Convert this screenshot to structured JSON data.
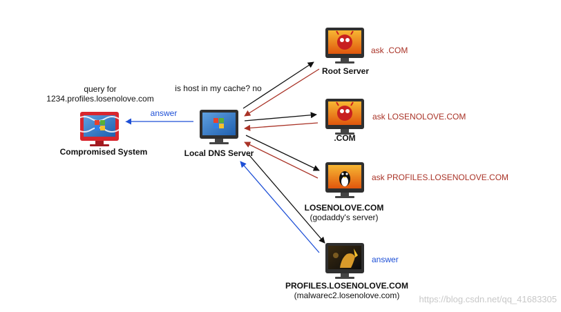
{
  "nodes": {
    "compromised": {
      "label": "Compromised System",
      "icon": "windows-xp-monitor-icon"
    },
    "local_dns": {
      "label": "Local DNS Server",
      "icon": "windows-xp-monitor-icon"
    },
    "root": {
      "label": "Root Server",
      "icon": "freebsd-daemon-monitor-icon"
    },
    "com": {
      "label": ".COM",
      "icon": "freebsd-daemon-monitor-icon"
    },
    "losenolove": {
      "label": "LOSENOLOVE.COM",
      "sublabel": "(godaddy's server)",
      "icon": "linux-tux-monitor-icon"
    },
    "profiles": {
      "label": "PROFILES.LOSENOLOVE.COM",
      "sublabel": "(malwarec2.losenolove.com)",
      "icon": "dark-figure-monitor-icon"
    }
  },
  "annotations": {
    "query_line1": "query for",
    "query_line2": "1234.profiles.losenolove.com",
    "cache_check": "is host in my cache? no",
    "answer_left": "answer",
    "ask_root": "ask .COM",
    "ask_com": "ask LOSENOLOVE.COM",
    "ask_losenolove": "ask PROFILES.LOSENOLOVE.COM",
    "answer_profiles": "answer"
  },
  "watermark": "https://blog.csdn.net/qq_41683305",
  "colors": {
    "request_arrow": "#111111",
    "referral_arrow": "#a93226",
    "answer_arrow": "#1d4fd6",
    "monitor_bezel": "#2f2f2f",
    "compromised_frame": "#d8262e"
  }
}
